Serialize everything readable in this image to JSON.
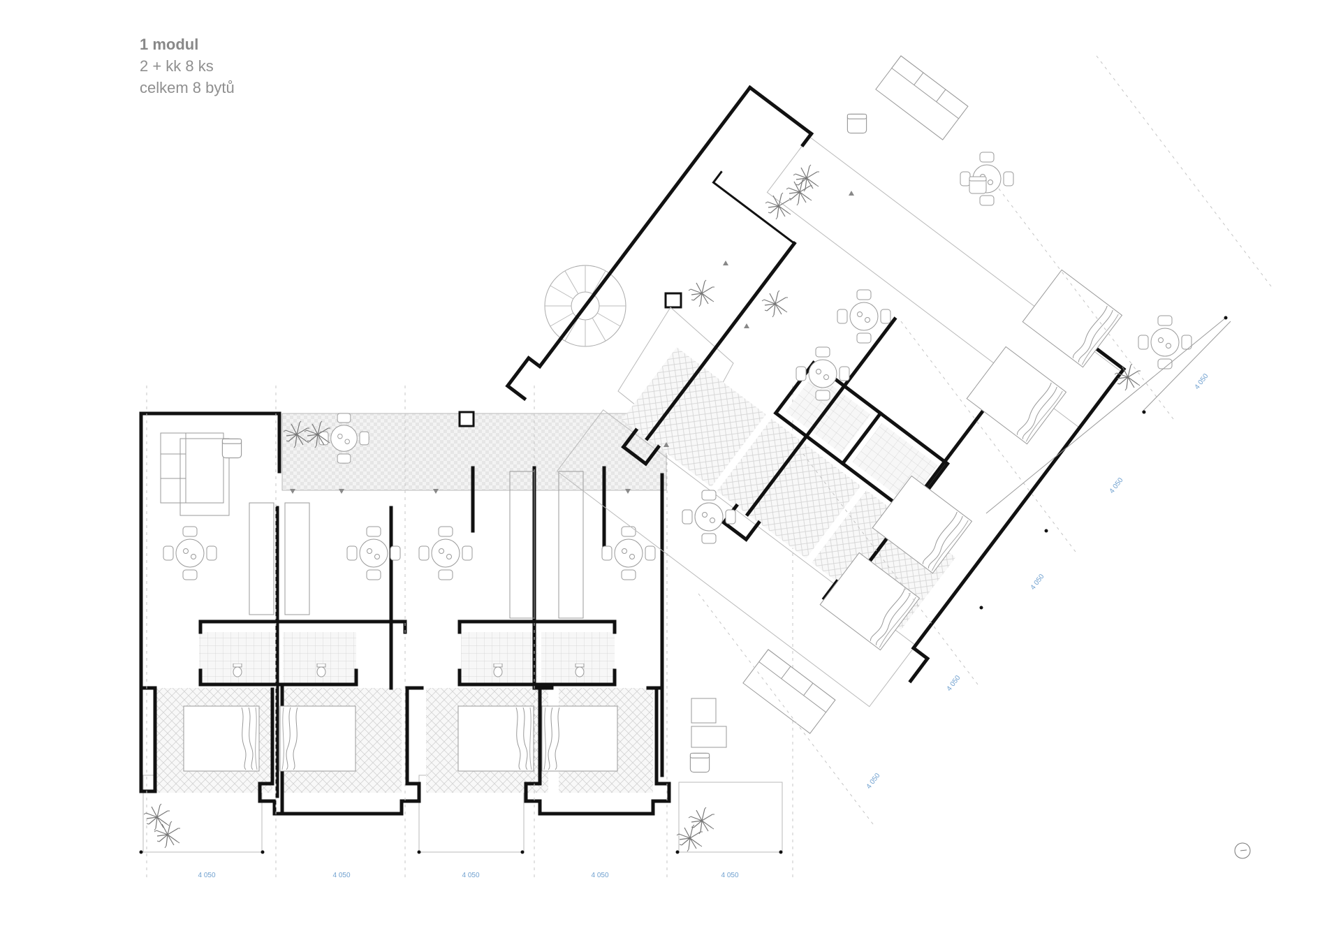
{
  "legend": {
    "title": "1 modul",
    "line2": "2 + kk 8 ks",
    "line3": "celkem 8 bytů"
  },
  "dimensions": {
    "bottom": [
      "4 050",
      "4 050",
      "4 050",
      "4 050",
      "4 050"
    ],
    "diagonal": [
      "4 050",
      "4 050",
      "4 050",
      "4 050",
      "4 050"
    ]
  },
  "colors": {
    "wall": "#111111",
    "linework": "#b9b9b9",
    "dimension": "#6fa0cf",
    "legend": "#8f8f8f"
  },
  "icons": [
    "north-arrow-icon",
    "spiral-stair-icon",
    "plant-icon",
    "bed-icon",
    "table-icon",
    "sofa-icon"
  ]
}
